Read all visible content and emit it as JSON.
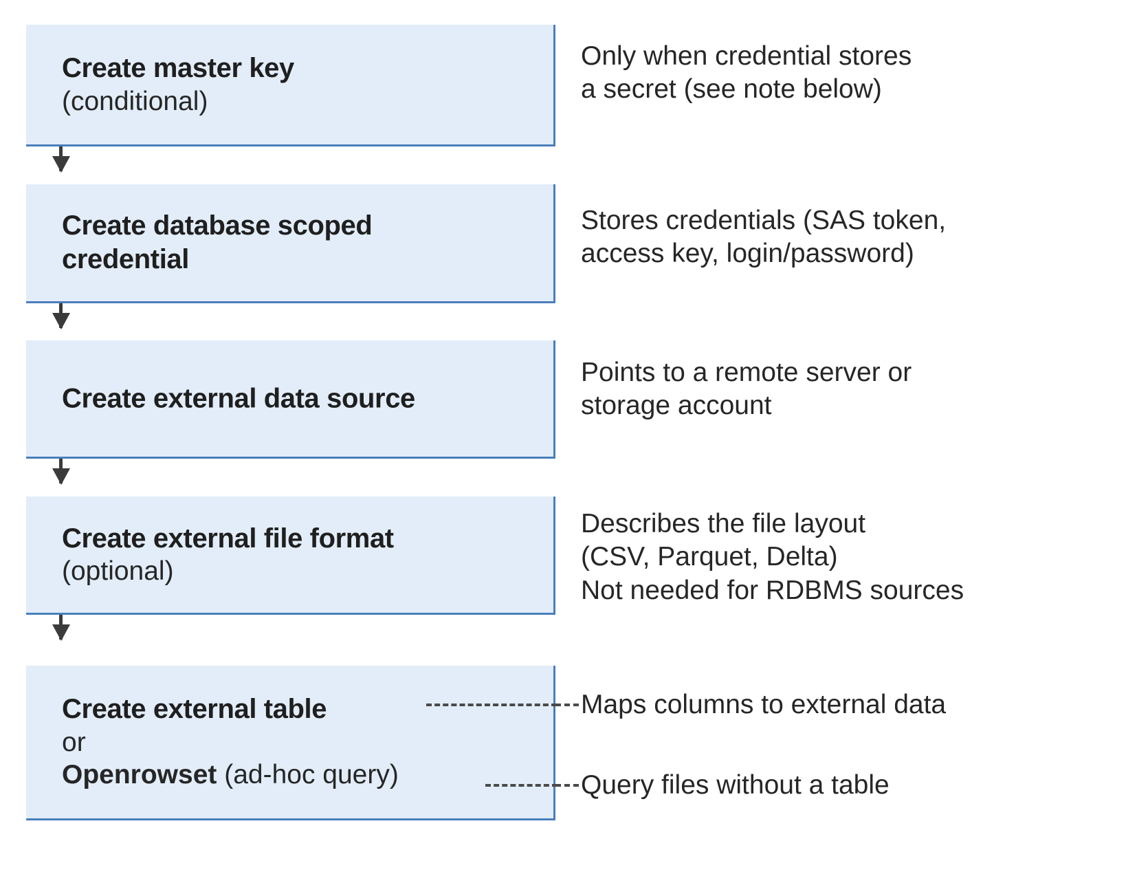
{
  "diagram": {
    "type": "flowchart",
    "orientation": "vertical",
    "colors": {
      "box_fill": "#e2edf9",
      "box_border": "#4a7ebb",
      "arrow": "#3b3b3b",
      "text": "#262626",
      "dash": "#4a4a4a"
    },
    "steps": [
      {
        "id": "create-master-key",
        "title": "Create master key",
        "subtitle": "(conditional)",
        "note": "Only when credential stores\na secret (see note below)"
      },
      {
        "id": "create-database-scoped-credential",
        "title": "Create database scoped\ncredential",
        "subtitle": "",
        "note": "Stores credentials (SAS token,\naccess key, login/password)"
      },
      {
        "id": "create-external-data-source",
        "title": "Create external data source",
        "subtitle": "",
        "note": "Points to a remote server or\nstorage account"
      },
      {
        "id": "create-external-file-format",
        "title": "Create external file format",
        "subtitle": "(optional)",
        "note": "Describes the file layout\n(CSV, Parquet, Delta)\nNot needed for RDBMS sources"
      },
      {
        "id": "create-external-table-or-openrowset",
        "title": "Create external table",
        "connector_word": "or",
        "alt_title": "Openrowset",
        "alt_suffix": " (ad-hoc query)",
        "note_table": "Maps columns to external data",
        "note_openrowset": "Query files without a table"
      }
    ]
  }
}
